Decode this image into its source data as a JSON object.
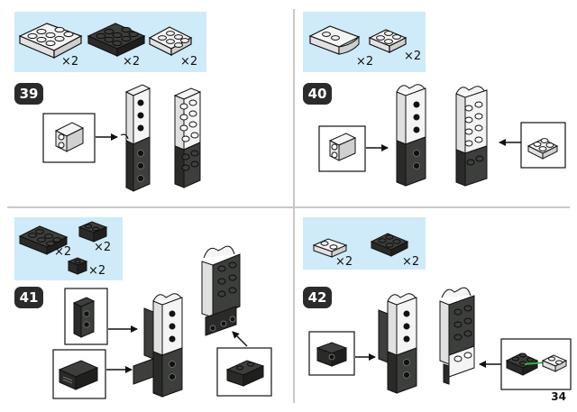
{
  "page": {
    "number": "34"
  },
  "colors": {
    "parts_panel": "#cfeaf8",
    "divider": "#c8c8c8",
    "dark_brick": "#3d3f3c",
    "dark_brick_side": "#2a2b29",
    "light_brick": "#f4f4f4",
    "outline": "#111111",
    "badge": "#2b2b2b",
    "arrow": "#111111",
    "highlight": "#2db34a"
  },
  "steps": [
    {
      "number": "39",
      "parts": [
        {
          "icon": "white-plate-2x4-icon",
          "qty": "×2"
        },
        {
          "icon": "black-plate-2x4-icon",
          "qty": "×2"
        },
        {
          "icon": "white-plate-2x3-icon",
          "qty": "×2"
        }
      ]
    },
    {
      "number": "40",
      "parts": [
        {
          "icon": "white-clip-plate-icon",
          "qty": "×2"
        },
        {
          "icon": "white-plate-2x2-icon",
          "qty": "×2"
        }
      ]
    },
    {
      "number": "41",
      "parts": [
        {
          "icon": "black-plate-2x3-icon",
          "qty": "×2"
        },
        {
          "icon": "black-brick-2x2-icon",
          "qty": "×2"
        },
        {
          "icon": "black-brick-1x1-icon",
          "qty": "×2"
        }
      ]
    },
    {
      "number": "42",
      "parts": [
        {
          "icon": "white-plate-1x2-icon",
          "qty": "×2"
        },
        {
          "icon": "black-plate-2x2-icon",
          "qty": "×2"
        }
      ]
    }
  ]
}
